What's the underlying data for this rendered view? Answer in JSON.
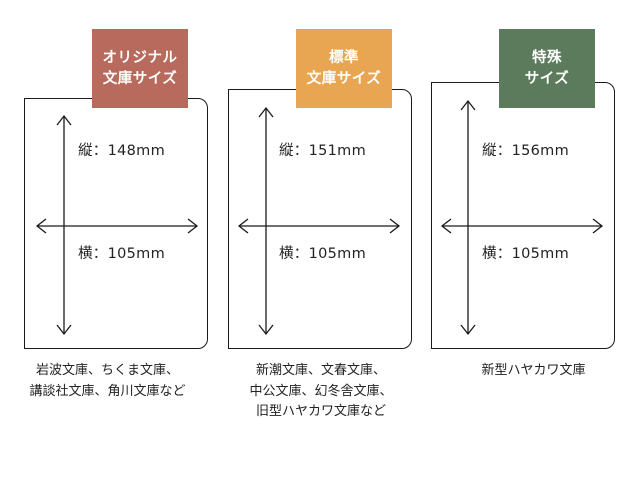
{
  "panels": [
    {
      "id": "original",
      "badge_lines": [
        "オリジナル",
        "文庫サイズ"
      ],
      "badge_color": "#b86a5c",
      "height_label": "縦：148mm",
      "width_label": "横：105mm",
      "caption_lines": [
        "岩波文庫、ちくま文庫、",
        "講談社文庫、角川文庫など"
      ]
    },
    {
      "id": "standard",
      "badge_lines": [
        "標準",
        "文庫サイズ"
      ],
      "badge_color": "#e8a653",
      "height_label": "縦：151mm",
      "width_label": "横：105mm",
      "caption_lines": [
        "新潮文庫、文春文庫、",
        "中公文庫、幻冬舎文庫、",
        "旧型ハヤカワ文庫など"
      ]
    },
    {
      "id": "special",
      "badge_lines": [
        "特殊",
        "サイズ"
      ],
      "badge_color": "#5c7a5c",
      "height_label": "縦：156mm",
      "width_label": "横：105mm",
      "caption_lines": [
        "新型ハヤカワ文庫"
      ]
    }
  ]
}
